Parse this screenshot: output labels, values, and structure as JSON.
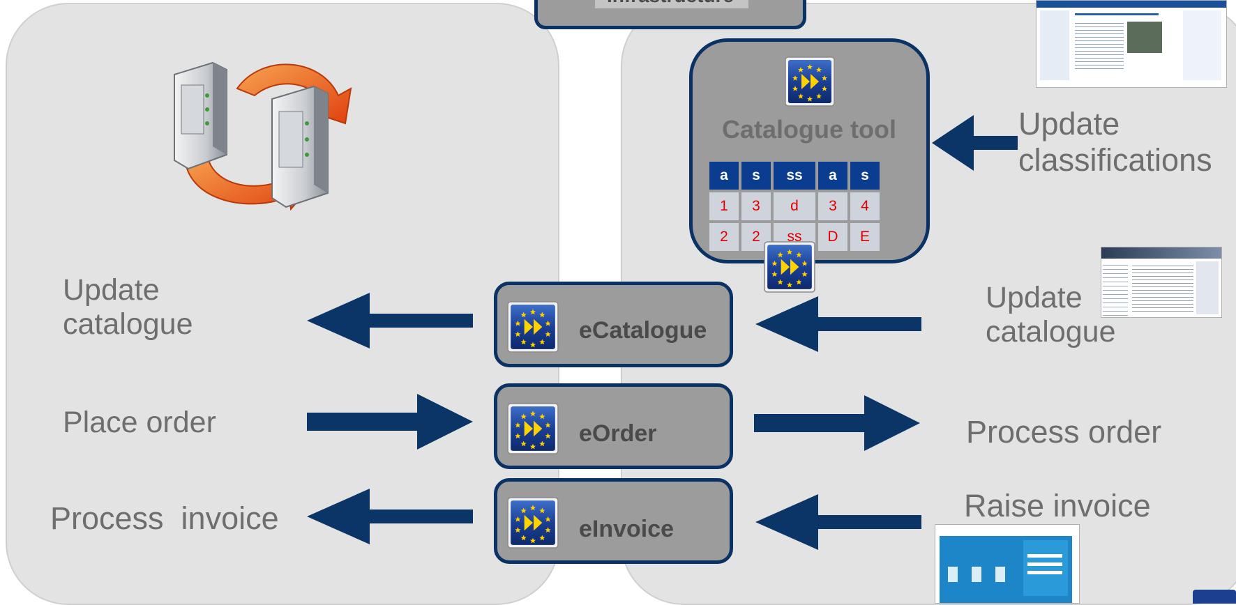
{
  "header": {
    "infrastructure_label": "Infrastructure"
  },
  "left_panel": {
    "update_catalogue": [
      "Update",
      "catalogue"
    ],
    "place_order": "Place order",
    "process_invoice": "Process  invoice"
  },
  "right_panel": {
    "update_classifications": [
      "Update",
      "classifications"
    ],
    "update_catalogue": [
      "Update",
      "catalogue"
    ],
    "process_order": "Process order",
    "raise_invoice": "Raise invoice"
  },
  "catalogue_tool": {
    "title": "Catalogue tool",
    "headers": [
      "a",
      "s",
      "ss",
      "a",
      "s"
    ],
    "rows": [
      [
        "1",
        "3",
        "d",
        "3",
        "4"
      ],
      [
        "2",
        "2",
        "ss",
        "D",
        "E"
      ]
    ]
  },
  "modules": {
    "ecatalogue": "eCatalogue",
    "eorder": "eOrder",
    "einvoice": "eInvoice"
  },
  "colors": {
    "arrow": "#0b3566",
    "box_border": "#0a3264",
    "box_fill": "#9c9c9c",
    "panel": "#e3e3e3",
    "table_header": "#0a3d8f",
    "table_text": "#e00000",
    "sync_arrow": "#e8501c"
  },
  "icons": [
    "server-sync-icon",
    "eu-forward-logo-icon",
    "webpage-screenshot-icon"
  ]
}
